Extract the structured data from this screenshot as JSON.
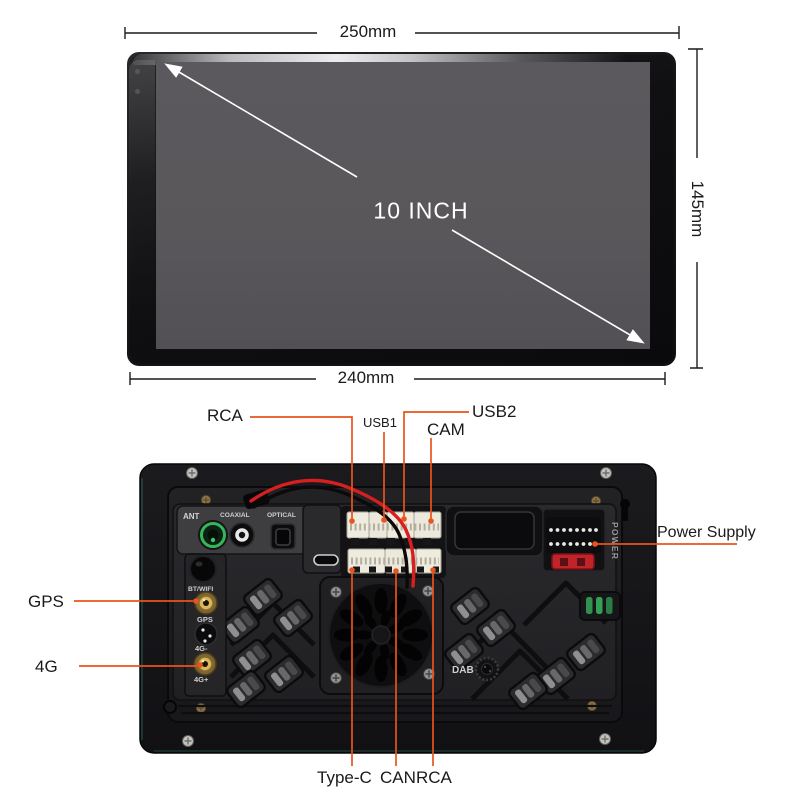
{
  "dimensions": {
    "top_width": "250mm",
    "bottom_width": "240mm",
    "side_height": "145mm",
    "screen_size": "10 INCH"
  },
  "callouts": {
    "rca_top": "RCA",
    "usb1": "USB1",
    "usb2": "USB2",
    "cam": "CAM",
    "power_supply": "Power Supply",
    "gps": "GPS",
    "cellular": "4G",
    "type_c": "Type-C",
    "can": "CAN",
    "rca_bottom": "RCA"
  },
  "panel": {
    "ant": "ANT",
    "coaxial": "COAXIAL",
    "optical": "OPTICAL",
    "bt_wifi": "BT/WIFI",
    "gps": "GPS",
    "g4_minus": "4G-",
    "g4_plus": "4G+",
    "power": "POWER",
    "dab": "DAB"
  },
  "colors": {
    "leader": "#E8541C",
    "dimension_line": "#1C1C1C",
    "screen_face": "#59575A",
    "wire_red": "#D81F1F"
  }
}
